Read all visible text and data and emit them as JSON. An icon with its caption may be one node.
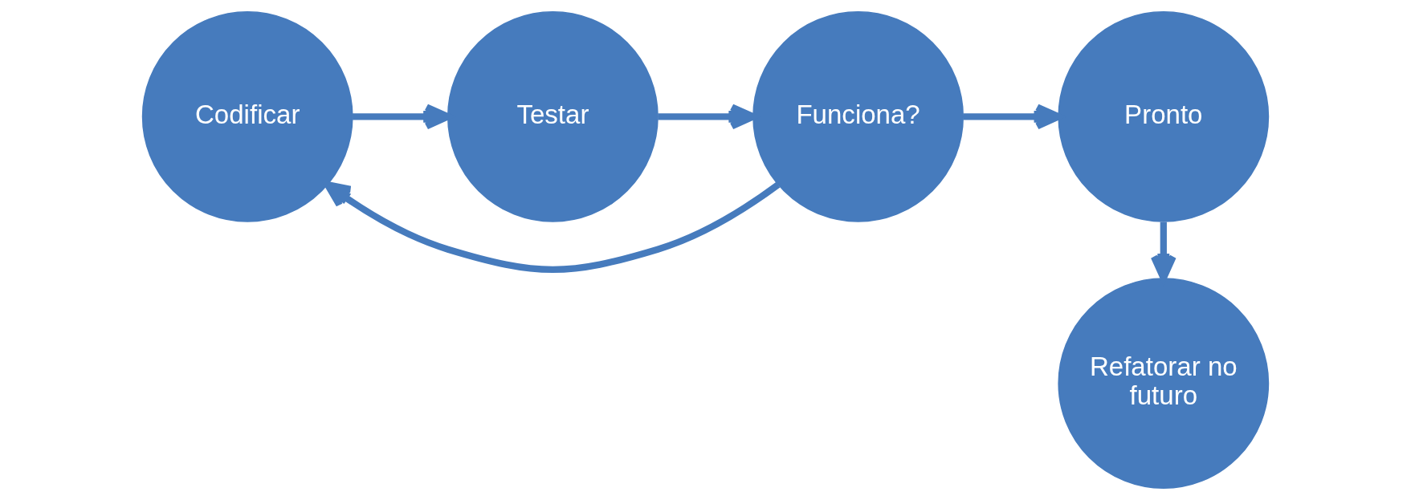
{
  "diagram": {
    "nodes": [
      {
        "text": [
          "Codificar"
        ]
      },
      {
        "text": [
          "Testar"
        ]
      },
      {
        "text": [
          "Funciona?"
        ]
      },
      {
        "text": [
          "Pronto"
        ]
      },
      {
        "text": [
          "Refatorar no futuro"
        ]
      }
    ],
    "edges": [
      {
        "from": 0,
        "to": 1,
        "arrow": "to"
      },
      {
        "from": 1,
        "to": 2,
        "arrow": "to"
      },
      {
        "from": 2,
        "to": 3,
        "arrow": "to"
      },
      {
        "from": 2,
        "to": 0,
        "arrow": "to"
      },
      {
        "from": 3,
        "to": 4,
        "arrow": "to"
      }
    ]
  }
}
